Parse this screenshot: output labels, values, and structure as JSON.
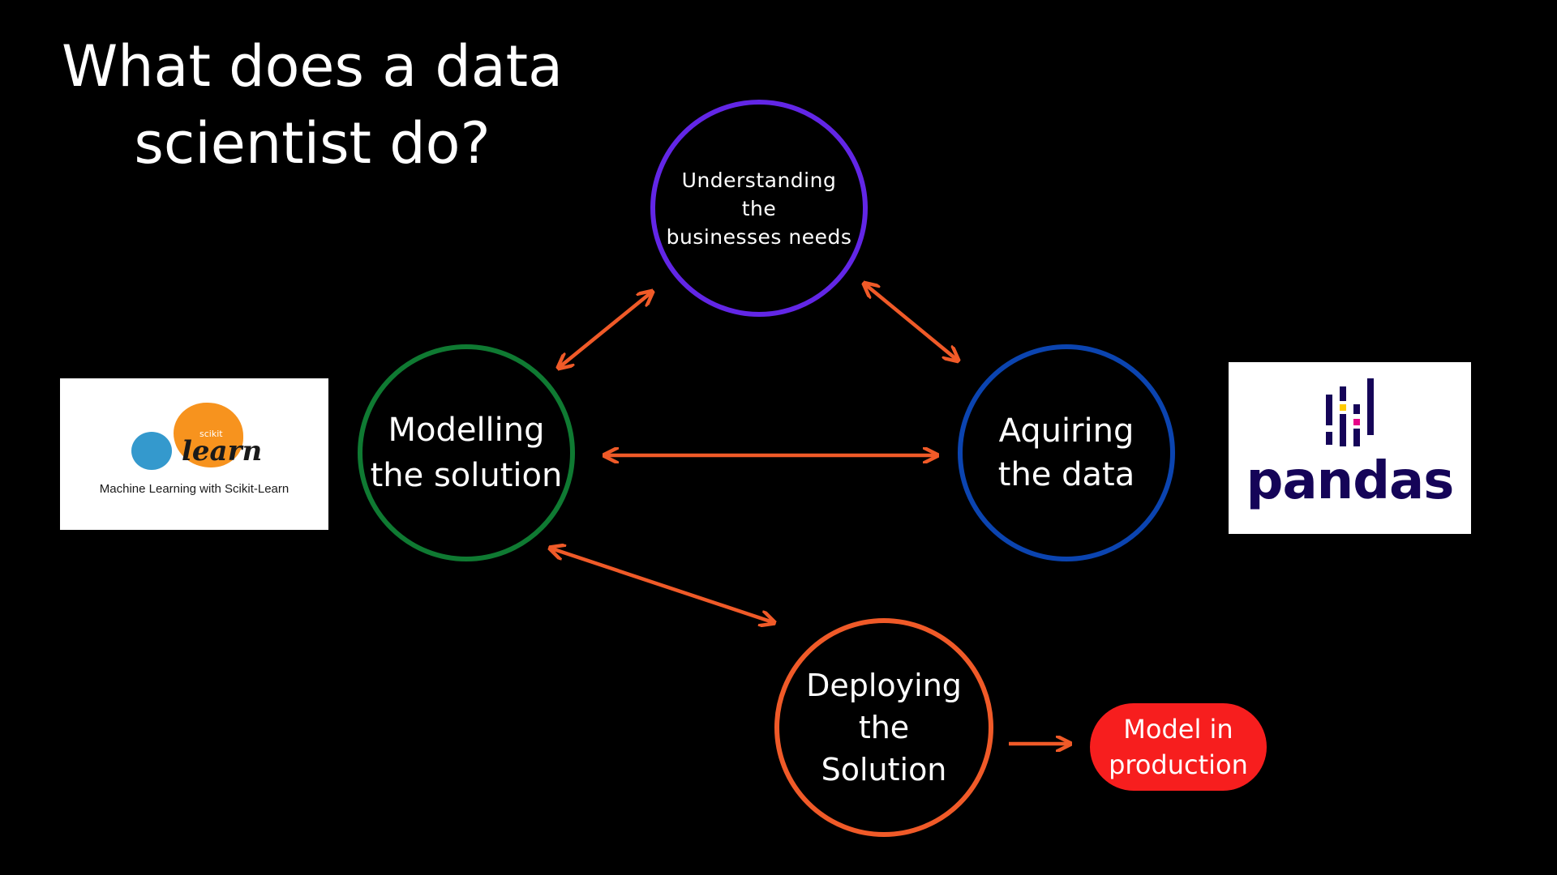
{
  "title": {
    "line1": "What does a data",
    "line2": "scientist do?"
  },
  "nodes": {
    "understanding": {
      "line1": "Understanding",
      "line2": "the",
      "line3": "businesses needs",
      "color": "#6226e6"
    },
    "modelling": {
      "line1": "Modelling",
      "line2": "the solution",
      "color": "#0f7a32"
    },
    "acquiring": {
      "line1": "Aquiring",
      "line2": "the data",
      "color": "#0b44b0"
    },
    "deploying": {
      "line1": "Deploying",
      "line2": "the",
      "line3": "Solution",
      "color": "#f05a28"
    }
  },
  "production": {
    "line1": "Model in",
    "line2": "production",
    "color": "#f71e1e"
  },
  "arrow_color": "#f05a28",
  "logos": {
    "sklearn": {
      "small": "scikit",
      "word": "learn",
      "caption": "Machine Learning with Scikit-Learn"
    },
    "pandas": {
      "word": "pandas"
    }
  },
  "edges": [
    {
      "from": "modelling",
      "to": "understanding",
      "direction": "both"
    },
    {
      "from": "understanding",
      "to": "acquiring",
      "direction": "both"
    },
    {
      "from": "modelling",
      "to": "acquiring",
      "direction": "both"
    },
    {
      "from": "modelling",
      "to": "deploying",
      "direction": "both"
    },
    {
      "from": "deploying",
      "to": "production",
      "direction": "forward"
    }
  ]
}
